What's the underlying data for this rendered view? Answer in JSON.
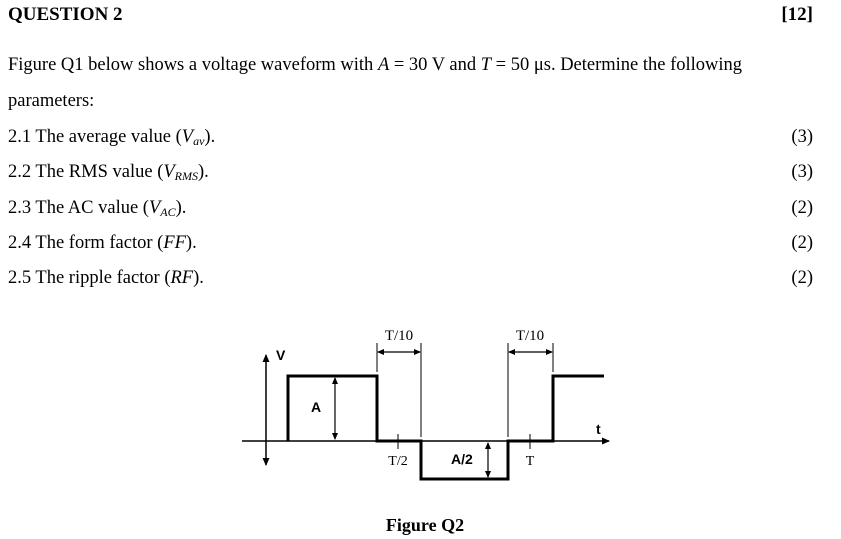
{
  "question": {
    "title": "QUESTION 2",
    "total_marks": "[12]"
  },
  "intro": {
    "line1_part1": "Figure Q1 below shows a voltage waveform with ",
    "A_sym": "A",
    "eq1": " = 30 V and ",
    "T_sym": "T",
    "eq2": " = 50 μs. Determine the following",
    "line2": "parameters:"
  },
  "items": [
    {
      "num": "2.1",
      "pre": " The average value (",
      "var": "V",
      "sub": "av",
      "post": ").",
      "marks": "(3)"
    },
    {
      "num": "2.2",
      "pre": " The RMS value (",
      "var": "V",
      "sub": "RMS",
      "post": ").",
      "marks": "(3)"
    },
    {
      "num": "2.3",
      "pre": " The AC value (",
      "var": "V",
      "sub": "AC",
      "post": ").",
      "marks": "(2)"
    },
    {
      "num": "2.4",
      "pre": " The form factor (",
      "var": "FF",
      "sub": "",
      "post": ").",
      "marks": "(2)"
    },
    {
      "num": "2.5",
      "pre": " The ripple factor (",
      "var": "RF",
      "sub": "",
      "post": ").",
      "marks": "(2)"
    }
  ],
  "figure": {
    "caption": "Figure Q2",
    "labels": {
      "v_axis": "V",
      "t_axis": "t",
      "amplitude": "A",
      "half_amplitude": "A/2",
      "t_over_10_left": "T/10",
      "t_over_10_right": "T/10",
      "t_half": "T/2",
      "t_period": "T"
    }
  }
}
